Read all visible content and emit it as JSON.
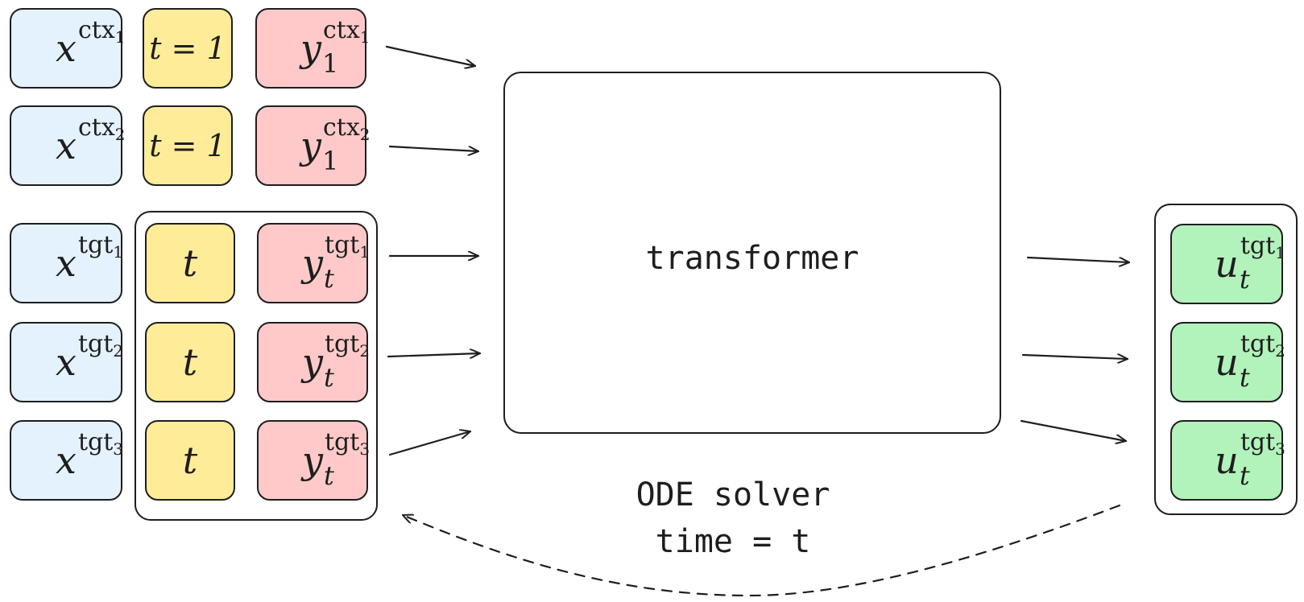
{
  "transformer": {
    "label": "transformer"
  },
  "solver": {
    "line1": "ODE solver",
    "line2": "time = t"
  },
  "symbols": {
    "x": "x",
    "y": "y",
    "u": "u",
    "t": "t"
  },
  "context_rows": [
    {
      "x_sup": "ctx",
      "sub_index": "1",
      "t_label": "t = 1",
      "y_sub": "1"
    },
    {
      "x_sup": "ctx",
      "sub_index": "2",
      "t_label": "t = 1",
      "y_sub": "1"
    }
  ],
  "target_rows": [
    {
      "x_sup": "tgt",
      "sub_index": "1",
      "t_label": "t",
      "y_sub": "t",
      "u_sub": "t"
    },
    {
      "x_sup": "tgt",
      "sub_index": "2",
      "t_label": "t",
      "y_sub": "t",
      "u_sub": "t"
    },
    {
      "x_sup": "tgt",
      "sub_index": "3",
      "t_label": "t",
      "y_sub": "t",
      "u_sub": "t"
    }
  ],
  "colors": {
    "x_fill": "#e3f2fd",
    "t_fill": "#ffec99",
    "y_fill": "#ffc9c9",
    "u_fill": "#b2f2bb",
    "stroke": "#1e1e1e"
  }
}
